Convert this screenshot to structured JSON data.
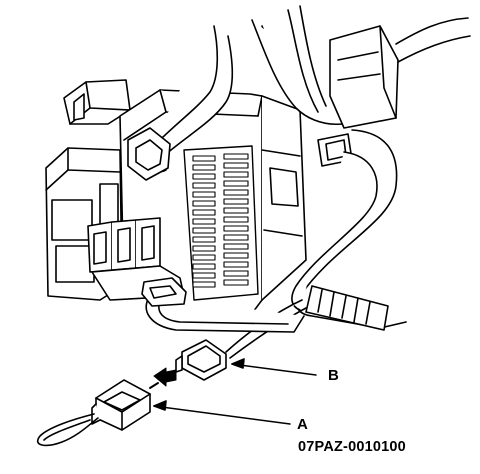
{
  "diagram": {
    "callouts": {
      "b": "B",
      "a": "A"
    },
    "figure_code": "07PAZ-0010100",
    "colors": {
      "ink": "#000000",
      "paper": "#ffffff"
    }
  }
}
